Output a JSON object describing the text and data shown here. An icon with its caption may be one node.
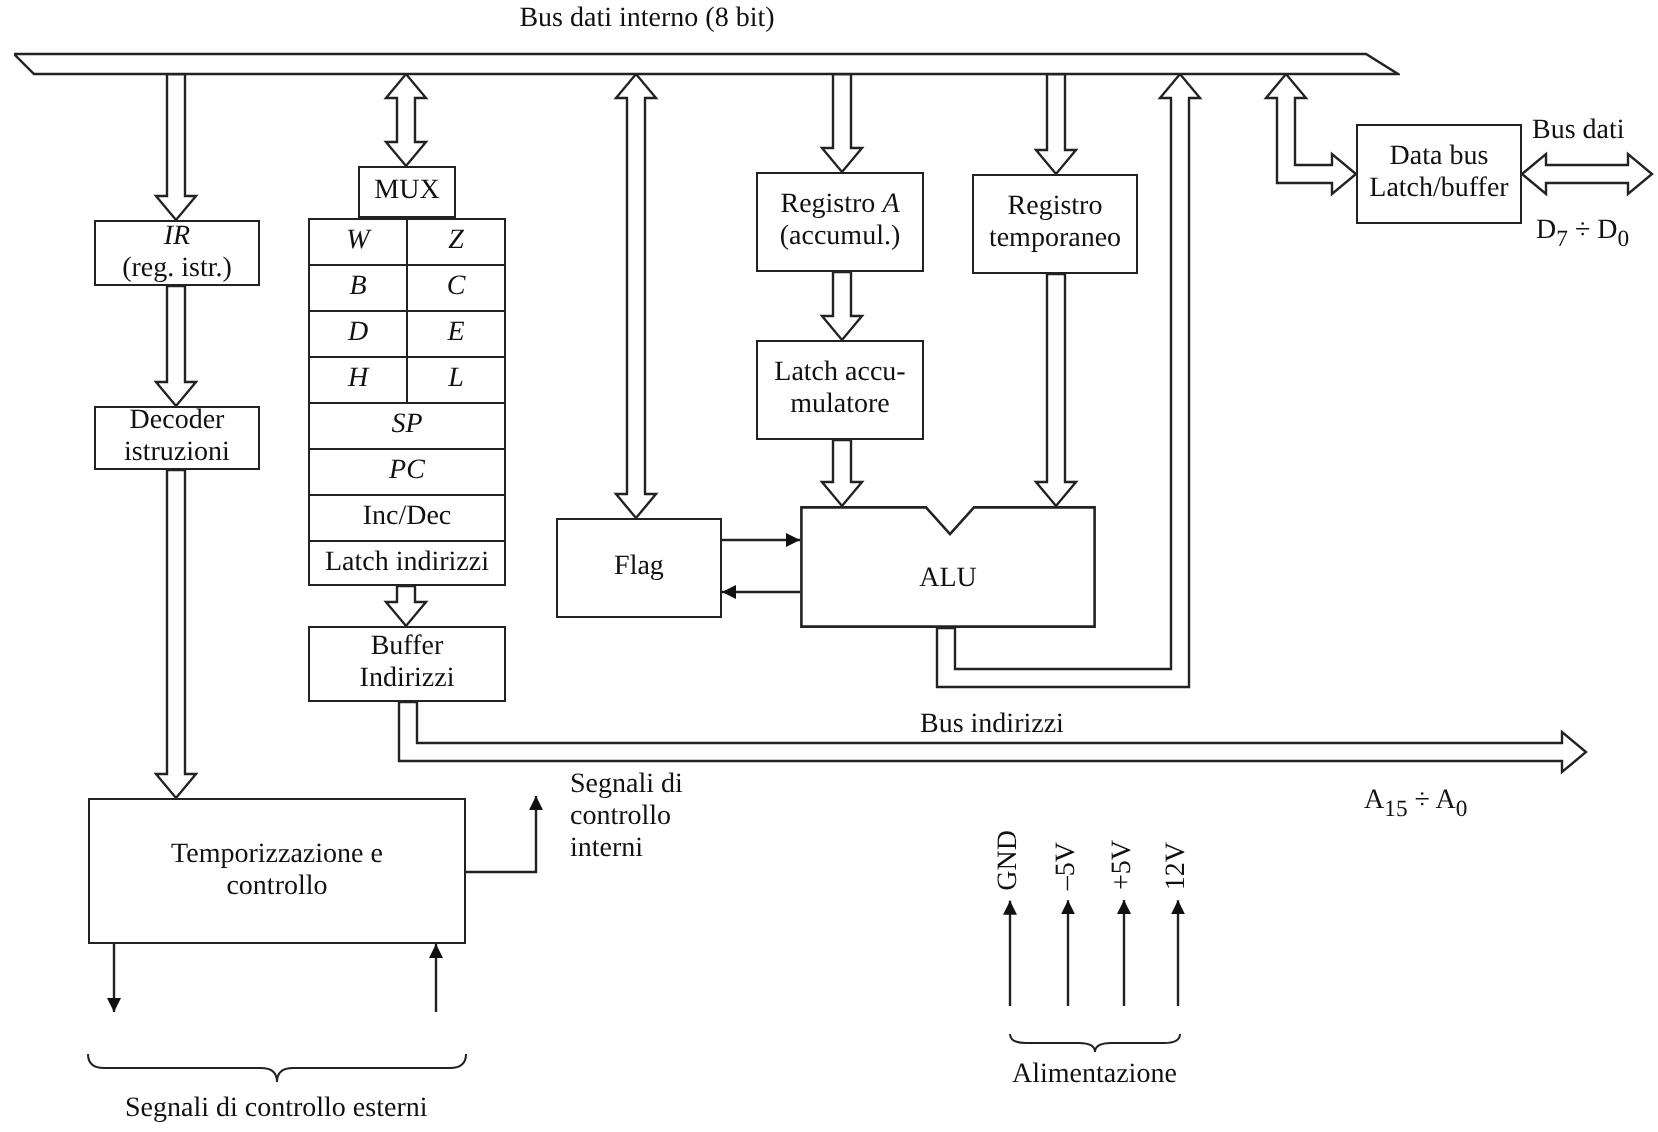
{
  "diagram": {
    "nodes": [
      {
        "text": [
          "Bus dati interno (8 bit)"
        ]
      },
      {
        "text": [
          "*IR* (reg. istr.)"
        ]
      },
      {
        "text": [
          "Decoder istruzioni"
        ]
      },
      {
        "text": [
          "MUX"
        ]
      },
      {
        "text": [
          "W"
        ]
      },
      {
        "text": [
          "Z"
        ]
      },
      {
        "text": [
          "B"
        ]
      },
      {
        "text": [
          "C"
        ]
      },
      {
        "text": [
          "D"
        ]
      },
      {
        "text": [
          "E"
        ]
      },
      {
        "text": [
          "H"
        ]
      },
      {
        "text": [
          "L"
        ]
      },
      {
        "text": [
          "SP"
        ]
      },
      {
        "text": [
          "PC"
        ]
      },
      {
        "text": [
          "Inc/Dec"
        ]
      },
      {
        "text": [
          "Latch indirizzi"
        ]
      },
      {
        "text": [
          "Buffer Indirizzi"
        ]
      },
      {
        "text": [
          "Flag"
        ]
      },
      {
        "text": [
          "Registro *A* (accumul.)"
        ]
      },
      {
        "text": [
          "Registro temporaneo"
        ]
      },
      {
        "text": [
          "Latch accu- mulatore"
        ]
      },
      {
        "text": [
          "ALU"
        ]
      },
      {
        "text": [
          "Data bus Latch/buffer"
        ]
      },
      {
        "text": [
          "Temporizzazione e controllo"
        ]
      },
      {
        "text": [
          "GND"
        ]
      },
      {
        "text": [
          "–5V"
        ]
      },
      {
        "text": [
          "+5V"
        ]
      },
      {
        "text": [
          "12V"
        ]
      }
    ],
    "edges": [
      {
        "from": 0,
        "to": 1,
        "arrow": "to"
      },
      {
        "from": 1,
        "to": 2,
        "arrow": "to"
      },
      {
        "from": 2,
        "to": 23,
        "arrow": "to"
      },
      {
        "from": 0,
        "to": 3,
        "arrow": "both"
      },
      {
        "from": 15,
        "to": 16,
        "arrow": "to"
      },
      {
        "from": 0,
        "to": 17,
        "arrow": "both"
      },
      {
        "from": 0,
        "to": 18,
        "arrow": "to"
      },
      {
        "from": 18,
        "to": 20,
        "arrow": "to"
      },
      {
        "from": 20,
        "to": 21,
        "arrow": "to"
      },
      {
        "from": 0,
        "to": 19,
        "arrow": "to"
      },
      {
        "from": 19,
        "to": 21,
        "arrow": "to"
      },
      {
        "from": 21,
        "to": 0,
        "arrow": "to"
      },
      {
        "from": 17,
        "to": 21,
        "arrow": "to"
      },
      {
        "from": 21,
        "to": 17,
        "arrow": "to"
      },
      {
        "from": 0,
        "to": 22,
        "arrow": "both"
      },
      {
        "from": 22,
        "to": null,
        "arrow": "both",
        "label": "Bus dati"
      },
      {
        "from": 16,
        "to": null,
        "arrow": "to",
        "label": "Bus indirizzi"
      },
      {
        "from": 23,
        "to": null,
        "arrow": "to",
        "label": "Segnali di controllo interni"
      },
      {
        "from": 23,
        "to": null,
        "arrow": "to"
      },
      {
        "from": null,
        "to": 23,
        "arrow": "to"
      },
      {
        "from": null,
        "to": 24,
        "arrow": "to"
      },
      {
        "from": null,
        "to": 25,
        "arrow": "to"
      },
      {
        "from": null,
        "to": 26,
        "arrow": "to"
      },
      {
        "from": null,
        "to": 27,
        "arrow": "to"
      }
    ],
    "labels": [
      "D$_{7}$ ÷ D$_{0}$",
      "A$_{15}$ ÷ A$_{0}$",
      "Segnali di controllo esterni",
      "Alimentazione"
    ]
  }
}
